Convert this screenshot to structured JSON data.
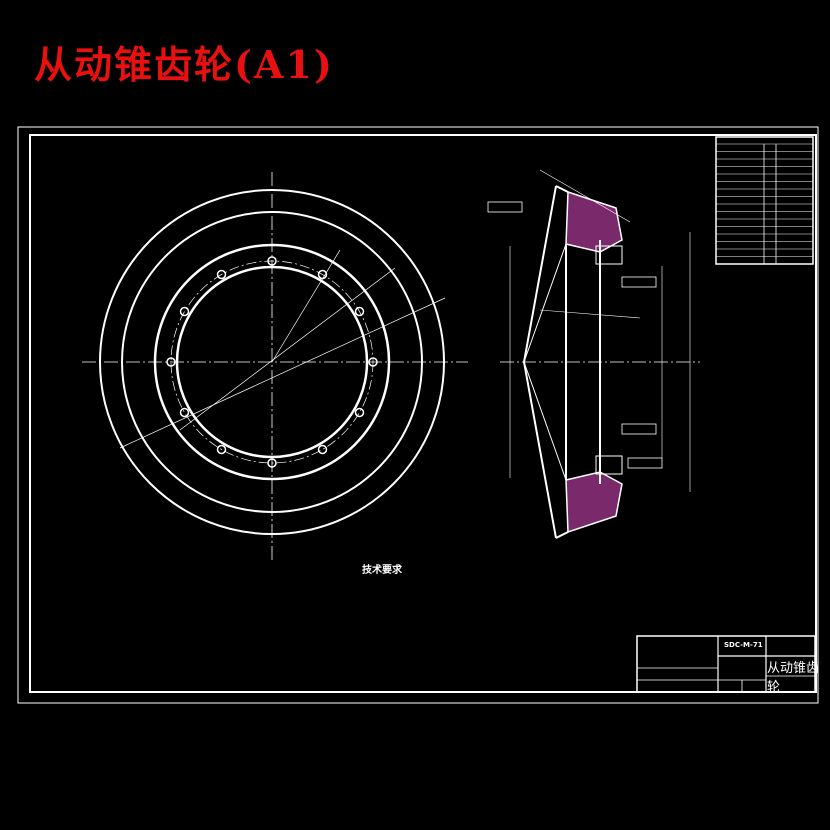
{
  "page": {
    "title": "从动锥齿轮(A1)"
  },
  "tech_requirements": {
    "title": "技术要求"
  },
  "title_block": {
    "part_name": "从动锥齿轮",
    "drawing_code": "SDC-M-71"
  },
  "colors": {
    "background": "#000000",
    "title": "#e81010",
    "lines": "#ffffff",
    "section_hatch": "#7a2a6a"
  }
}
